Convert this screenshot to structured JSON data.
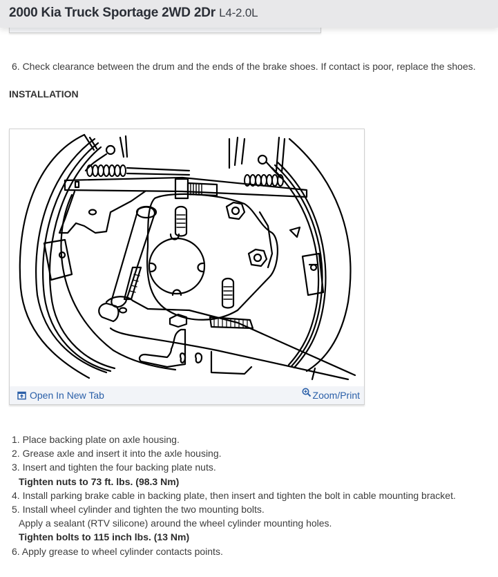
{
  "header": {
    "vehicle": "2000 Kia Truck Sportage 2WD 2Dr",
    "engine": "L4-2.0L"
  },
  "removal_step_6": "6. Check clearance between the drum and the ends of the brake shoes. If contact is poor, replace the shoes.",
  "section_heading": "INSTALLATION",
  "figure": {
    "alt": "Rear drum brake assembly diagram showing backing plate, brake shoes, springs, wheel cylinder and parking brake lever",
    "open_new_tab_label": "Open In New Tab",
    "zoom_print_label": "Zoom/Print",
    "link_color": "#2a5fa8",
    "icons": {
      "open_new_tab": "open-new-tab-icon",
      "zoom_print": "zoom-in-magnifier-icon"
    }
  },
  "installation_steps": [
    {
      "text": "1. Place backing plate on axle housing.",
      "indent": false,
      "bold": false
    },
    {
      "text": "2. Grease axle and insert it into the axle housing.",
      "indent": false,
      "bold": false
    },
    {
      "text": "3. Insert and tighten the four backing plate nuts.",
      "indent": false,
      "bold": false
    },
    {
      "text": "Tighten nuts to 73 ft. lbs. (98.3 Nm)",
      "indent": true,
      "bold": true
    },
    {
      "text": "4. Install parking brake cable in backing plate, then insert and tighten the bolt in cable mounting bracket.",
      "indent": false,
      "bold": false
    },
    {
      "text": "5. Install wheel cylinder and tighten the two mounting bolts.",
      "indent": false,
      "bold": false
    },
    {
      "text": "Apply a sealant (RTV silicone) around the wheel cylinder mounting holes.",
      "indent": true,
      "bold": false
    },
    {
      "text": "Tighten bolts to 115 inch lbs. (13 Nm)",
      "indent": true,
      "bold": true
    },
    {
      "text": "6. Apply grease to wheel cylinder contacts points.",
      "indent": false,
      "bold": false
    }
  ]
}
